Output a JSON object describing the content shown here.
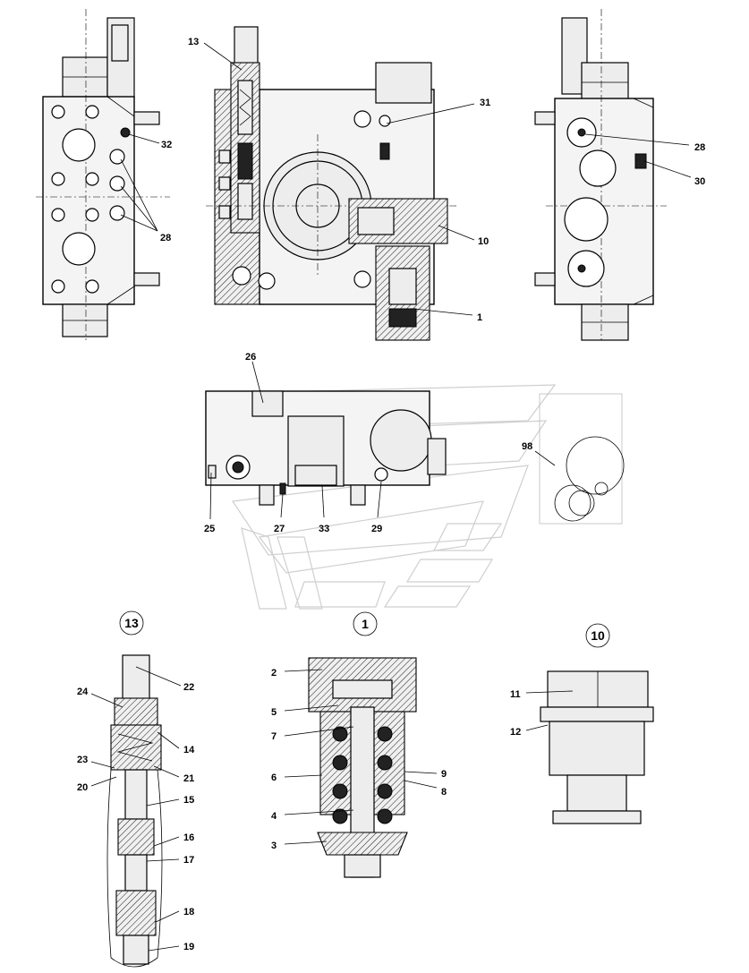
{
  "diagram": {
    "callouts": [
      "13",
      "31",
      "32",
      "28",
      "28",
      "30",
      "10",
      "1",
      "26",
      "98",
      "25",
      "27",
      "33",
      "29",
      "22",
      "24",
      "14",
      "23",
      "20",
      "21",
      "15",
      "16",
      "17",
      "18",
      "19",
      "2",
      "5",
      "7",
      "6",
      "9",
      "8",
      "4",
      "3",
      "11",
      "12"
    ],
    "detail_labels": [
      "13",
      "1",
      "10"
    ]
  }
}
